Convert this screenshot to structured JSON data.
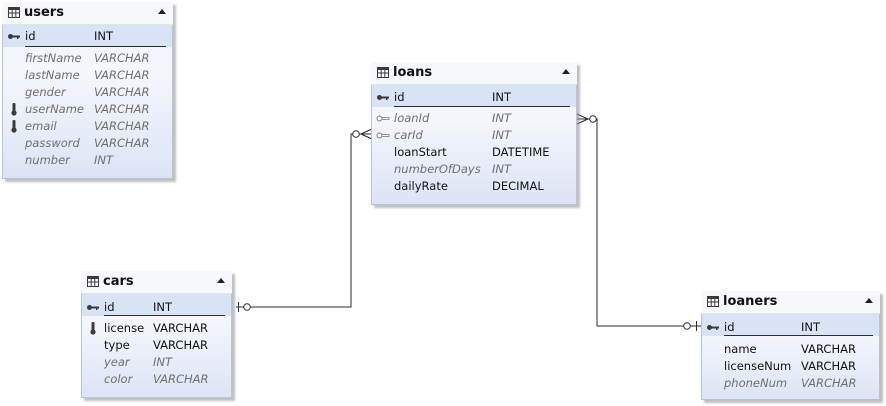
{
  "colors": {
    "line": "#2b2b2b",
    "entity_border": "#b7c3d6",
    "pk_band": "#d9e3f6"
  },
  "entities": {
    "users": {
      "title": "users",
      "pk": {
        "name": "id",
        "type": "INT",
        "icon": "primary-key-icon"
      },
      "columns": [
        {
          "name": "firstName",
          "type": "VARCHAR",
          "optional": true,
          "icon": ""
        },
        {
          "name": "lastName",
          "type": "VARCHAR",
          "optional": true,
          "icon": ""
        },
        {
          "name": "gender",
          "type": "VARCHAR",
          "optional": true,
          "icon": ""
        },
        {
          "name": "userName",
          "type": "VARCHAR",
          "optional": true,
          "icon": "unique-index-icon"
        },
        {
          "name": "email",
          "type": "VARCHAR",
          "optional": true,
          "icon": "unique-index-icon"
        },
        {
          "name": "password",
          "type": "VARCHAR",
          "optional": true,
          "icon": ""
        },
        {
          "name": "number",
          "type": "INT",
          "optional": true,
          "icon": ""
        }
      ]
    },
    "loans": {
      "title": "loans",
      "pk": {
        "name": "id",
        "type": "INT",
        "icon": "primary-key-icon"
      },
      "columns": [
        {
          "name": "loanId",
          "type": "INT",
          "optional": true,
          "icon": "foreign-key-icon"
        },
        {
          "name": "carId",
          "type": "INT",
          "optional": true,
          "icon": "foreign-key-icon"
        },
        {
          "name": "loanStart",
          "type": "DATETIME",
          "optional": false,
          "icon": ""
        },
        {
          "name": "numberOfDays",
          "type": "INT",
          "optional": true,
          "icon": ""
        },
        {
          "name": "dailyRate",
          "type": "DECIMAL",
          "optional": false,
          "icon": ""
        }
      ]
    },
    "cars": {
      "title": "cars",
      "pk": {
        "name": "id",
        "type": "INT",
        "icon": "primary-key-icon"
      },
      "columns": [
        {
          "name": "license",
          "type": "VARCHAR",
          "optional": false,
          "icon": "unique-index-icon"
        },
        {
          "name": "type",
          "type": "VARCHAR",
          "optional": false,
          "icon": ""
        },
        {
          "name": "year",
          "type": "INT",
          "optional": true,
          "icon": ""
        },
        {
          "name": "color",
          "type": "VARCHAR",
          "optional": true,
          "icon": ""
        }
      ]
    },
    "loaners": {
      "title": "loaners",
      "pk": {
        "name": "id",
        "type": "INT",
        "icon": "primary-key-icon"
      },
      "columns": [
        {
          "name": "name",
          "type": "VARCHAR",
          "optional": false,
          "icon": ""
        },
        {
          "name": "licenseNum",
          "type": "VARCHAR",
          "optional": false,
          "icon": ""
        },
        {
          "name": "phoneNum",
          "type": "VARCHAR",
          "optional": true,
          "icon": ""
        }
      ]
    }
  },
  "relationships": [
    {
      "from": "cars",
      "to": "loans",
      "from_end": "one-optional",
      "to_end": "many-optional"
    },
    {
      "from": "loaners",
      "to": "loans",
      "from_end": "one-optional",
      "to_end": "many-optional"
    }
  ]
}
